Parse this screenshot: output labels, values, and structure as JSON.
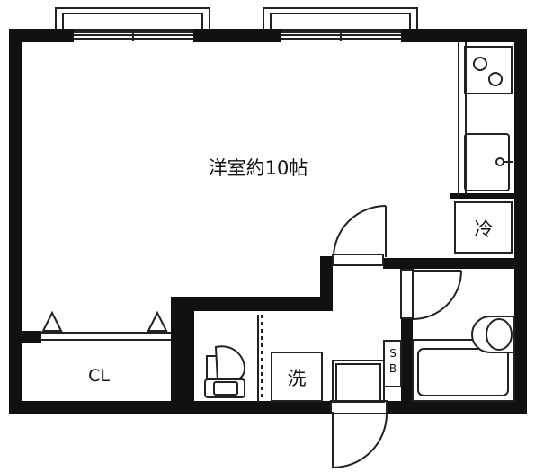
{
  "rooms": {
    "western_room": "洋室約10帖",
    "closet": "CL",
    "washer": "洗",
    "shoe_box_line1": "S",
    "shoe_box_line2": "B",
    "fridge": "冷"
  },
  "colors": {
    "wall": "#111111",
    "background": "#ffffff",
    "line": "#222222"
  }
}
